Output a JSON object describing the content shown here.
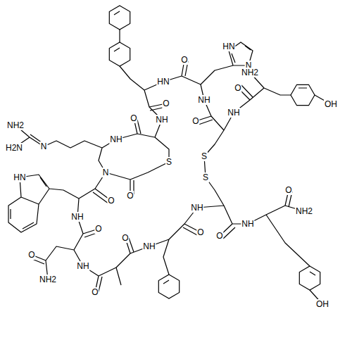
{
  "diagram": {
    "labels": [
      "HN",
      "N",
      "O",
      "HN",
      "NH2",
      "O",
      "OH",
      "NH",
      "NH",
      "O",
      "O",
      "NH",
      "O",
      "NH2",
      "H2N",
      "N",
      "NH",
      "S",
      "S",
      "S",
      "N",
      "O",
      "HN",
      "O",
      "NH",
      "O",
      "O",
      "NH2",
      "NH",
      "O",
      "O",
      "NH",
      "O",
      "NH",
      "O",
      "NH",
      "O",
      "NH2",
      "OH"
    ]
  }
}
